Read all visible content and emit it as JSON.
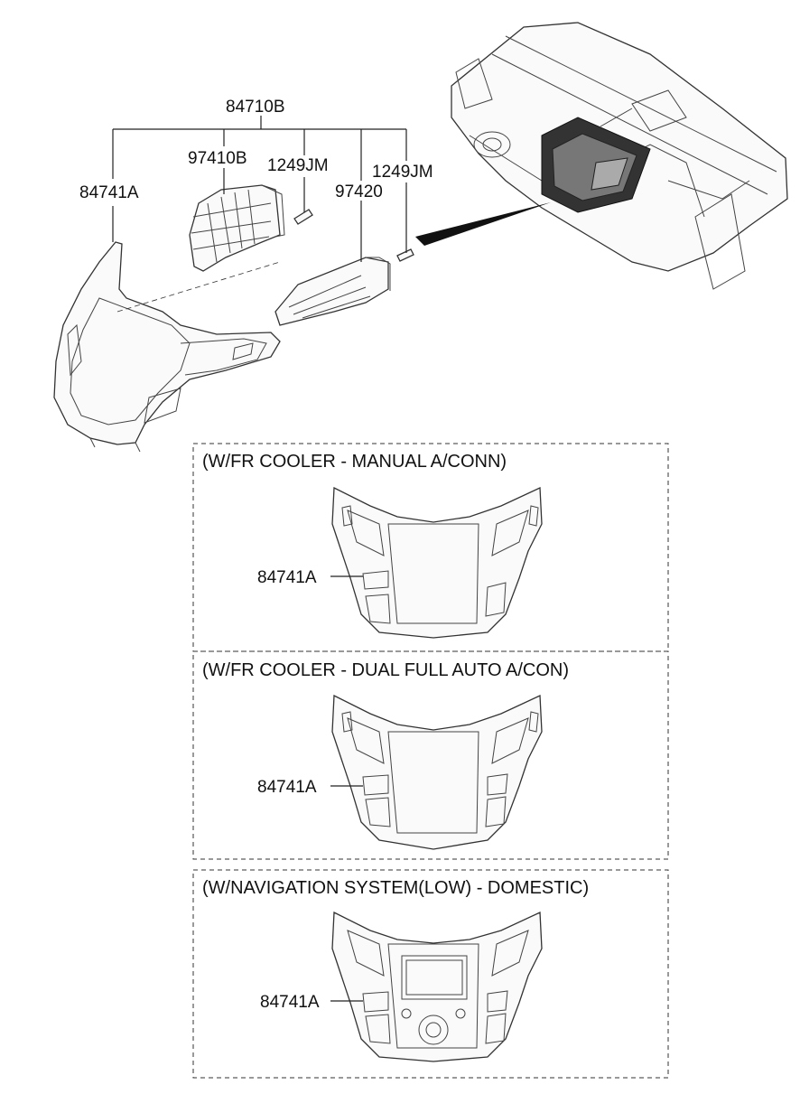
{
  "labels": {
    "assembly": "84710B",
    "panel": "84741A",
    "vent_left": "97410B",
    "screw_left": "1249JM",
    "vent_right": "97420",
    "screw_right": "1249JM"
  },
  "variants": [
    {
      "title": "(W/FR COOLER - MANUAL A/CONN)",
      "part": "84741A"
    },
    {
      "title": "(W/FR COOLER - DUAL FULL AUTO A/CON)",
      "part": "84741A"
    },
    {
      "title": "(W/NAVIGATION SYSTEM(LOW) - DOMESTIC)",
      "part": "84741A"
    }
  ]
}
